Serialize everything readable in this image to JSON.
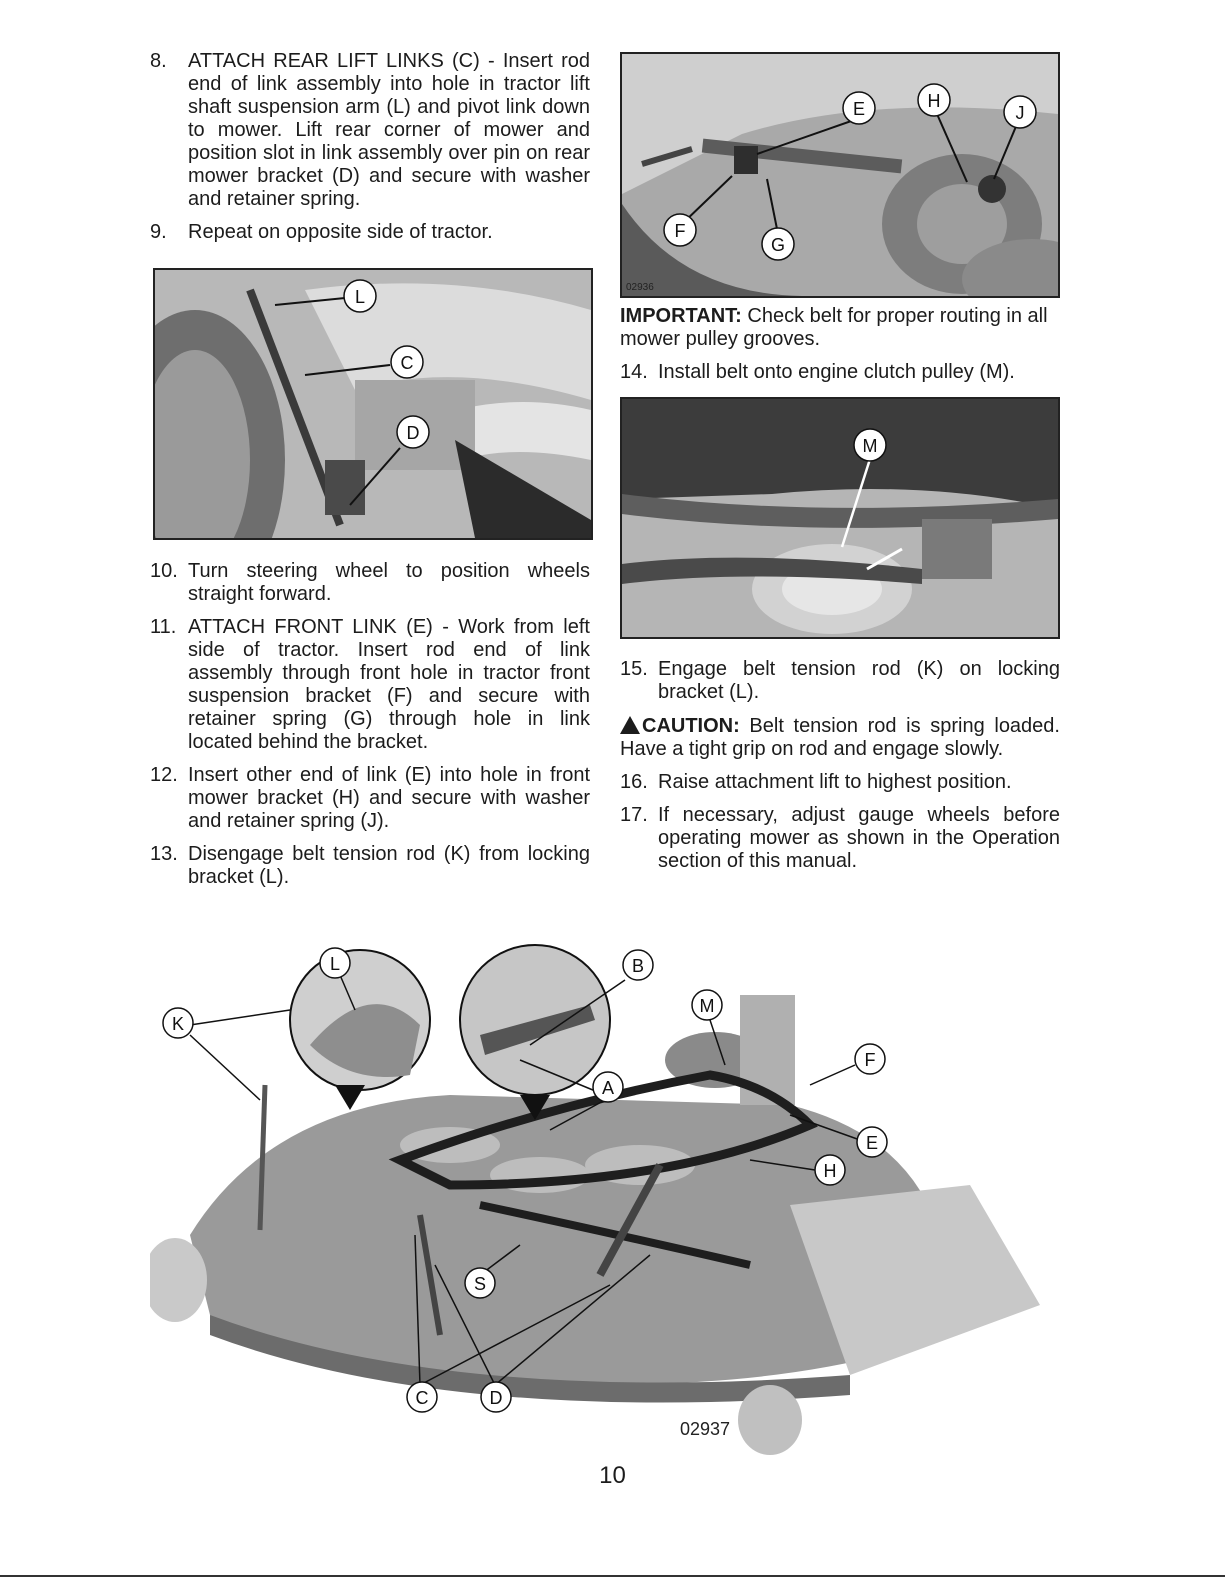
{
  "steps_left": [
    {
      "num": "8.",
      "text": "ATTACH REAR LIFT LINKS (C) - Insert rod end of link assembly into hole in tractor lift shaft suspension arm (L) and pivot link down to mower. Lift rear corner of mower and position slot in link assembly over pin on rear mower bracket (D) and secure with washer and retainer spring."
    },
    {
      "num": "9.",
      "text": "Repeat on opposite side of tractor."
    }
  ],
  "steps_left_2": [
    {
      "num": "10.",
      "text": "Turn steering wheel to position wheels straight forward."
    },
    {
      "num": "11.",
      "text": "ATTACH FRONT LINK (E) - Work from left side of tractor. Insert rod end of link assembly through front hole in tractor front suspension bracket (F) and secure with retainer spring (G) through hole in link located behind the bracket."
    },
    {
      "num": "12.",
      "text": "Insert other end of link (E) into hole in front mower bracket (H) and secure with washer and retainer spring (J)."
    },
    {
      "num": "13.",
      "text": "Disengage belt tension rod (K) from locking bracket (L)."
    }
  ],
  "important": {
    "label": "IMPORTANT:",
    "text": "Check belt for proper routing in all mower pulley grooves."
  },
  "step_14": {
    "num": "14.",
    "text": "Install belt onto engine clutch pulley (M)."
  },
  "step_15": {
    "num": "15.",
    "text": "Engage belt tension rod (K) on locking bracket (L)."
  },
  "caution": {
    "label": "CAUTION:",
    "text": "Belt tension rod is spring loaded. Have a tight grip on rod and engage slowly."
  },
  "steps_right_2": [
    {
      "num": "16.",
      "text": "Raise attachment lift to highest position."
    },
    {
      "num": "17.",
      "text": "If necessary, adjust gauge wheels before operating mower as shown in the Operation section of this manual."
    }
  ],
  "figures": {
    "fig_rear_link": {
      "labels": [
        "L",
        "C",
        "D"
      ]
    },
    "fig_front_link": {
      "code": "02936",
      "labels": [
        "E",
        "H",
        "J",
        "F",
        "G"
      ]
    },
    "fig_clutch": {
      "labels": [
        "M"
      ]
    },
    "fig_deck": {
      "code": "02937",
      "labels": [
        "L",
        "K",
        "B",
        "M",
        "F",
        "A",
        "E",
        "H",
        "S",
        "C",
        "D"
      ]
    }
  },
  "page_number": "10"
}
